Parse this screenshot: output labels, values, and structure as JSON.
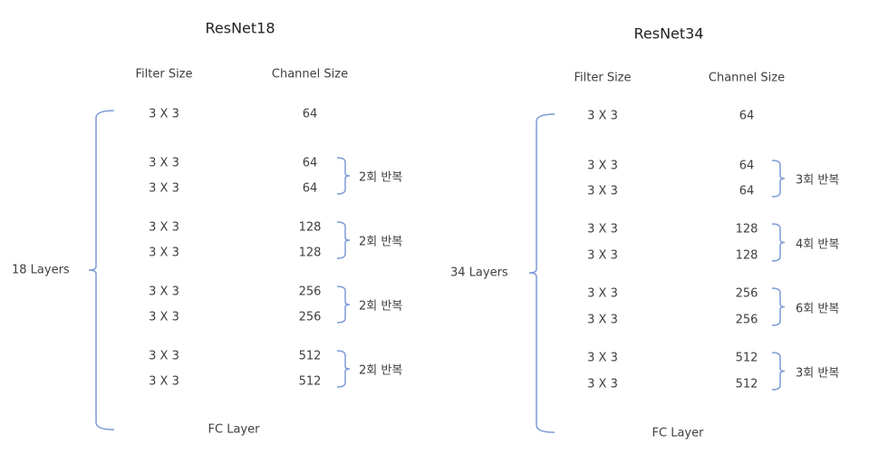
{
  "colors": {
    "brace": "#7c9bd6",
    "text": "#404040",
    "title": "#222222"
  },
  "panels": [
    {
      "title": "ResNet18",
      "filter_header": "Filter Size",
      "channel_header": "Channel Size",
      "layers_label": "18 Layers",
      "first_row": {
        "filter": "3 X 3",
        "channel": "64"
      },
      "groups": [
        {
          "rows": [
            {
              "filter": "3 X 3",
              "channel": "64"
            },
            {
              "filter": "3 X 3",
              "channel": "64"
            }
          ],
          "repeat": "2회 반복"
        },
        {
          "rows": [
            {
              "filter": "3 X 3",
              "channel": "128"
            },
            {
              "filter": "3 X 3",
              "channel": "128"
            }
          ],
          "repeat": "2회 반복"
        },
        {
          "rows": [
            {
              "filter": "3 X 3",
              "channel": "256"
            },
            {
              "filter": "3 X 3",
              "channel": "256"
            }
          ],
          "repeat": "2회 반복"
        },
        {
          "rows": [
            {
              "filter": "3 X 3",
              "channel": "512"
            },
            {
              "filter": "3 X 3",
              "channel": "512"
            }
          ],
          "repeat": "2회 반복"
        }
      ],
      "fc_label": "FC Layer"
    },
    {
      "title": "ResNet34",
      "filter_header": "Filter Size",
      "channel_header": "Channel Size",
      "layers_label": "34 Layers",
      "first_row": {
        "filter": "3 X 3",
        "channel": "64"
      },
      "groups": [
        {
          "rows": [
            {
              "filter": "3 X 3",
              "channel": "64"
            },
            {
              "filter": "3 X 3",
              "channel": "64"
            }
          ],
          "repeat": "3회 반복"
        },
        {
          "rows": [
            {
              "filter": "3 X 3",
              "channel": "128"
            },
            {
              "filter": "3 X 3",
              "channel": "128"
            }
          ],
          "repeat": "4회 반복"
        },
        {
          "rows": [
            {
              "filter": "3 X 3",
              "channel": "256"
            },
            {
              "filter": "3 X 3",
              "channel": "256"
            }
          ],
          "repeat": "6회 반복"
        },
        {
          "rows": [
            {
              "filter": "3 X 3",
              "channel": "512"
            },
            {
              "filter": "3 X 3",
              "channel": "512"
            }
          ],
          "repeat": "3회 반복"
        }
      ],
      "fc_label": "FC Layer"
    }
  ]
}
